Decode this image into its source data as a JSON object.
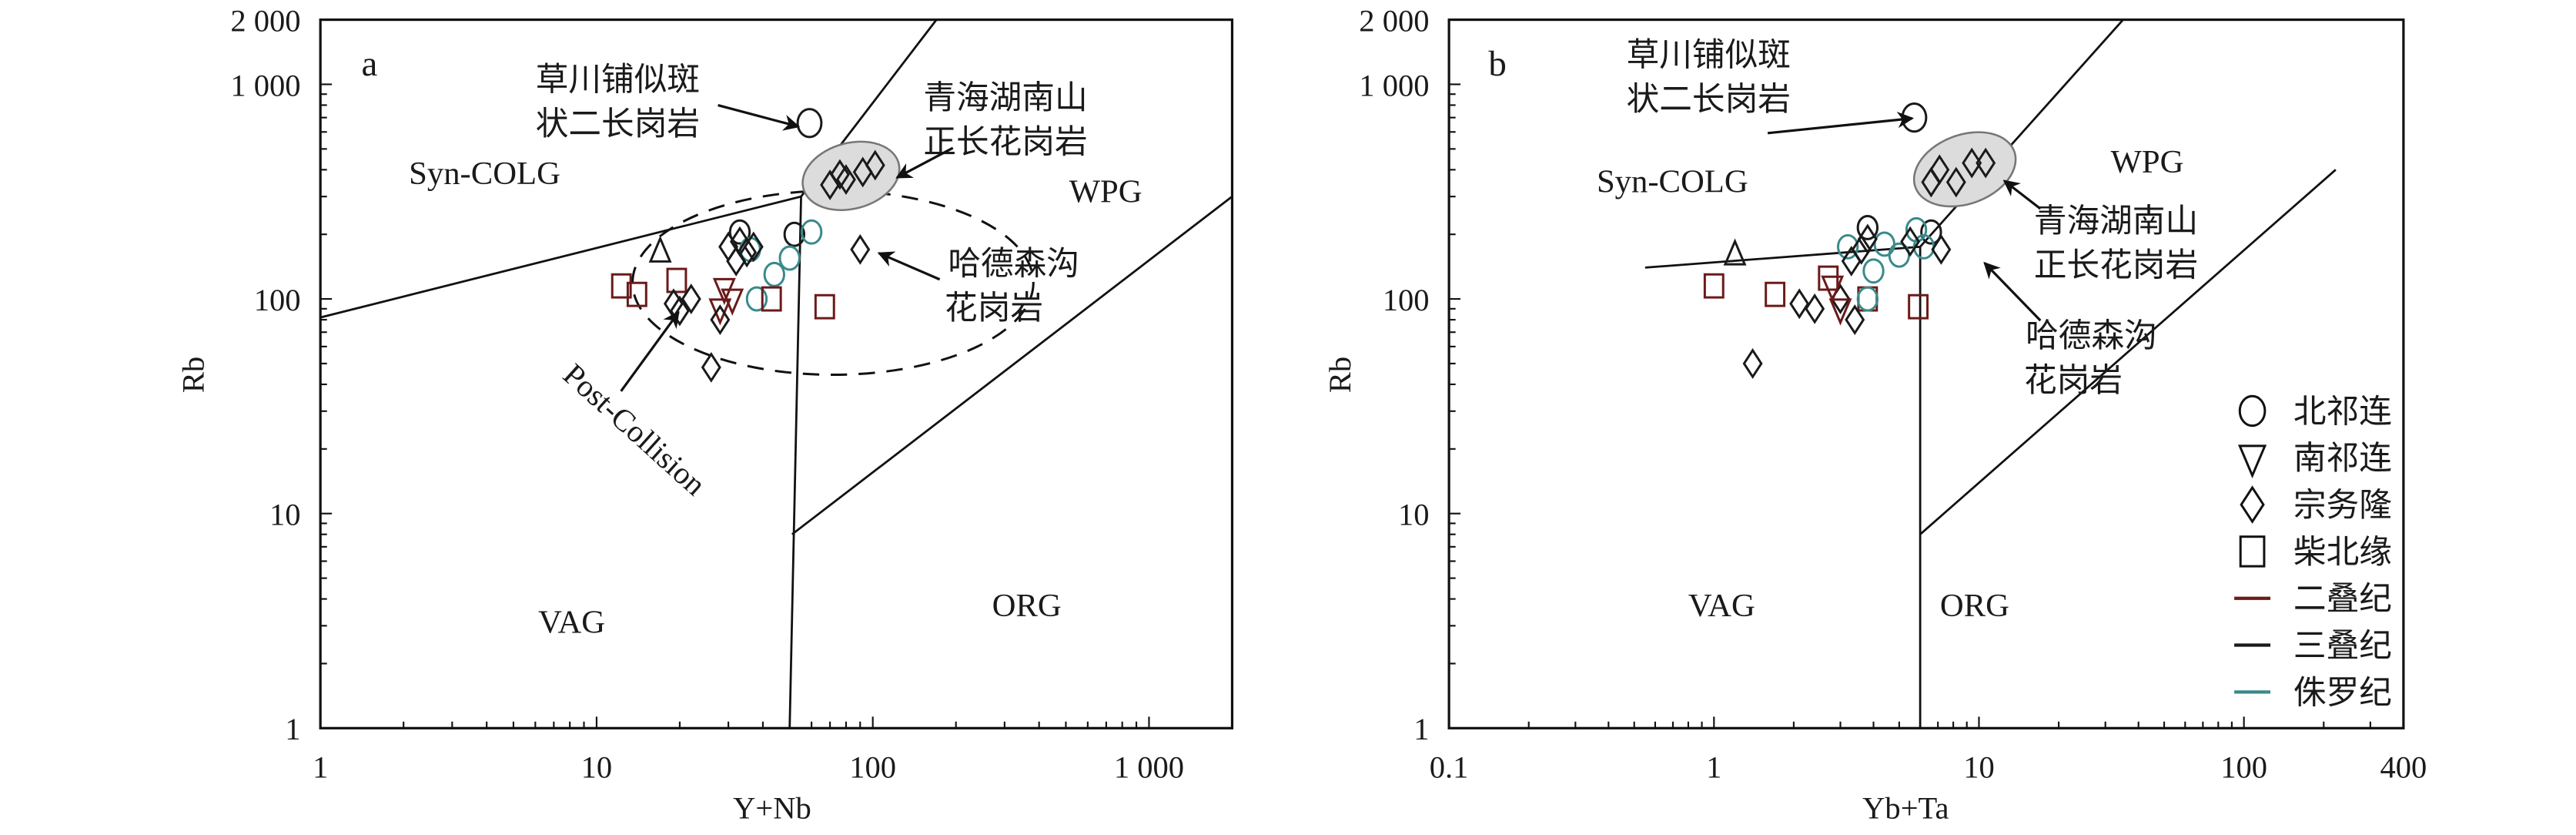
{
  "colors": {
    "permian": "#6b1a1a",
    "triassic": "#1a1a1a",
    "jurassic": "#3a8a8a",
    "field": "#dcdcdc"
  },
  "legend": [
    {
      "label": "北祁连",
      "symbol": "circle"
    },
    {
      "label": "南祁连",
      "symbol": "triangle-down"
    },
    {
      "label": "宗务隆",
      "symbol": "diamond"
    },
    {
      "label": "柴北缘",
      "symbol": "square"
    },
    {
      "label": "二叠纪",
      "symbol": "line",
      "color": "permian"
    },
    {
      "label": "三叠纪",
      "symbol": "line",
      "color": "triassic"
    },
    {
      "label": "侏罗纪",
      "symbol": "line",
      "color": "jurassic"
    }
  ],
  "chart_data": [
    {
      "type": "scatter",
      "panel": "a",
      "xlabel": "Y+Nb",
      "ylabel": "Rb",
      "xscale": "log",
      "yscale": "log",
      "xlim": [
        1,
        2000
      ],
      "ylim": [
        1,
        2000
      ],
      "xticks": [
        {
          "v": 1,
          "l": "1"
        },
        {
          "v": 10,
          "l": "10"
        },
        {
          "v": 100,
          "l": "100"
        },
        {
          "v": 1000,
          "l": "1 000"
        }
      ],
      "yticks": [
        {
          "v": 1,
          "l": "1"
        },
        {
          "v": 10,
          "l": "10"
        },
        {
          "v": 100,
          "l": "100"
        },
        {
          "v": 1000,
          "l": "1 000"
        },
        {
          "v": 2000,
          "l": "2 000"
        }
      ],
      "boundaries": [
        [
          [
            1,
            82
          ],
          [
            55,
            300
          ]
        ],
        [
          [
            55,
            300
          ],
          [
            50,
            1
          ]
        ],
        [
          [
            55,
            300
          ],
          [
            170,
            2000
          ]
        ],
        [
          [
            51,
            8
          ],
          [
            2000,
            300
          ]
        ]
      ],
      "fields": [
        "Syn-COLG",
        "WPG",
        "VAG",
        "ORG"
      ],
      "annotations": [
        "草川铺似斑",
        "状二长岗岩",
        "青海湖南山",
        "正长花岗岩",
        "哈德森沟",
        "花岗岩",
        "Post-Collision"
      ],
      "points": [
        {
          "s": "circle",
          "c": "triassic",
          "x": 59,
          "y": 660
        },
        {
          "s": "diamond",
          "c": "triassic",
          "x": 70,
          "y": 340
        },
        {
          "s": "diamond",
          "c": "triassic",
          "x": 80,
          "y": 360
        },
        {
          "s": "diamond",
          "c": "triassic",
          "x": 92,
          "y": 390
        },
        {
          "s": "diamond",
          "c": "triassic",
          "x": 102,
          "y": 420
        },
        {
          "s": "diamond",
          "c": "triassic",
          "x": 76,
          "y": 380
        },
        {
          "s": "diamond",
          "c": "triassic",
          "x": 90,
          "y": 170
        },
        {
          "s": "circle",
          "c": "triassic",
          "x": 33,
          "y": 205
        },
        {
          "s": "circle",
          "c": "triassic",
          "x": 52,
          "y": 200
        },
        {
          "s": "circle",
          "c": "jurassic",
          "x": 60,
          "y": 205
        },
        {
          "s": "circle",
          "c": "jurassic",
          "x": 50,
          "y": 155
        },
        {
          "s": "circle",
          "c": "jurassic",
          "x": 44,
          "y": 130
        },
        {
          "s": "circle",
          "c": "jurassic",
          "x": 38,
          "y": 100
        },
        {
          "s": "circle",
          "c": "jurassic",
          "x": 36,
          "y": 170
        },
        {
          "s": "diamond",
          "c": "triassic",
          "x": 30,
          "y": 175
        },
        {
          "s": "diamond",
          "c": "triassic",
          "x": 33,
          "y": 185
        },
        {
          "s": "diamond",
          "c": "triassic",
          "x": 35,
          "y": 165
        },
        {
          "s": "diamond",
          "c": "triassic",
          "x": 32,
          "y": 150
        },
        {
          "s": "diamond",
          "c": "triassic",
          "x": 37,
          "y": 175
        },
        {
          "s": "triangle-up",
          "c": "triassic",
          "x": 17,
          "y": 165
        },
        {
          "s": "square",
          "c": "permian",
          "x": 12.3,
          "y": 115
        },
        {
          "s": "square",
          "c": "permian",
          "x": 14,
          "y": 105
        },
        {
          "s": "square",
          "c": "permian",
          "x": 19.5,
          "y": 122
        },
        {
          "s": "square",
          "c": "permian",
          "x": 43,
          "y": 100
        },
        {
          "s": "square",
          "c": "permian",
          "x": 67,
          "y": 92
        },
        {
          "s": "triangle-down",
          "c": "permian",
          "x": 29,
          "y": 112
        },
        {
          "s": "triangle-down",
          "c": "permian",
          "x": 31,
          "y": 100
        },
        {
          "s": "triangle-down",
          "c": "permian",
          "x": 28,
          "y": 90
        },
        {
          "s": "diamond",
          "c": "triassic",
          "x": 19,
          "y": 95
        },
        {
          "s": "diamond",
          "c": "triassic",
          "x": 22,
          "y": 100
        },
        {
          "s": "diamond",
          "c": "triassic",
          "x": 20,
          "y": 88
        },
        {
          "s": "diamond",
          "c": "triassic",
          "x": 28,
          "y": 80
        },
        {
          "s": "diamond",
          "c": "triassic",
          "x": 26,
          "y": 48
        }
      ]
    },
    {
      "type": "scatter",
      "panel": "b",
      "xlabel": "Yb+Ta",
      "ylabel": "Rb",
      "xscale": "log",
      "yscale": "log",
      "xlim": [
        0.1,
        400
      ],
      "ylim": [
        1,
        2000
      ],
      "xticks": [
        {
          "v": 0.1,
          "l": "0.1"
        },
        {
          "v": 1,
          "l": "1"
        },
        {
          "v": 10,
          "l": "10"
        },
        {
          "v": 100,
          "l": "100"
        },
        {
          "v": 400,
          "l": "400"
        }
      ],
      "yticks": [
        {
          "v": 1,
          "l": "1"
        },
        {
          "v": 10,
          "l": "10"
        },
        {
          "v": 100,
          "l": "100"
        },
        {
          "v": 1000,
          "l": "1 000"
        },
        {
          "v": 2000,
          "l": "2 000"
        }
      ],
      "boundaries": [
        [
          [
            0.55,
            140
          ],
          [
            6,
            175
          ]
        ],
        [
          [
            6,
            175
          ],
          [
            6,
            1
          ]
        ],
        [
          [
            6,
            175
          ],
          [
            35,
            2000
          ]
        ],
        [
          [
            6,
            8
          ],
          [
            222,
            400
          ]
        ]
      ],
      "fields": [
        "Syn-COLG",
        "WPG",
        "VAG",
        "ORG"
      ],
      "annotations": [
        "草川铺似斑",
        "状二长岗岩",
        "青海湖南山",
        "正长花岗岩",
        "哈德森沟",
        "花岗岩"
      ],
      "points": [
        {
          "s": "circle",
          "c": "triassic",
          "x": 5.7,
          "y": 700
        },
        {
          "s": "diamond",
          "c": "triassic",
          "x": 6.6,
          "y": 350
        },
        {
          "s": "diamond",
          "c": "triassic",
          "x": 7.1,
          "y": 400
        },
        {
          "s": "diamond",
          "c": "triassic",
          "x": 8.2,
          "y": 350
        },
        {
          "s": "diamond",
          "c": "triassic",
          "x": 9.4,
          "y": 430
        },
        {
          "s": "diamond",
          "c": "triassic",
          "x": 10.6,
          "y": 430
        },
        {
          "s": "triangle-up",
          "c": "triassic",
          "x": 1.2,
          "y": 160
        },
        {
          "s": "square",
          "c": "permian",
          "x": 1.0,
          "y": 115
        },
        {
          "s": "square",
          "c": "permian",
          "x": 1.7,
          "y": 105
        },
        {
          "s": "square",
          "c": "permian",
          "x": 2.7,
          "y": 125
        },
        {
          "s": "square",
          "c": "permian",
          "x": 3.8,
          "y": 100
        },
        {
          "s": "square",
          "c": "permian",
          "x": 5.9,
          "y": 92
        },
        {
          "s": "circle",
          "c": "triassic",
          "x": 3.8,
          "y": 215
        },
        {
          "s": "circle",
          "c": "triassic",
          "x": 6.6,
          "y": 205
        },
        {
          "s": "circle",
          "c": "jurassic",
          "x": 3.2,
          "y": 175
        },
        {
          "s": "circle",
          "c": "jurassic",
          "x": 4.4,
          "y": 180
        },
        {
          "s": "circle",
          "c": "jurassic",
          "x": 5.0,
          "y": 160
        },
        {
          "s": "circle",
          "c": "jurassic",
          "x": 5.8,
          "y": 210
        },
        {
          "s": "circle",
          "c": "jurassic",
          "x": 6.2,
          "y": 175
        },
        {
          "s": "circle",
          "c": "jurassic",
          "x": 4.0,
          "y": 135
        },
        {
          "s": "circle",
          "c": "jurassic",
          "x": 3.8,
          "y": 100
        },
        {
          "s": "diamond",
          "c": "triassic",
          "x": 3.8,
          "y": 190
        },
        {
          "s": "diamond",
          "c": "triassic",
          "x": 3.3,
          "y": 150
        },
        {
          "s": "diamond",
          "c": "triassic",
          "x": 3.6,
          "y": 170
        },
        {
          "s": "diamond",
          "c": "triassic",
          "x": 5.5,
          "y": 185
        },
        {
          "s": "diamond",
          "c": "triassic",
          "x": 7.2,
          "y": 170
        },
        {
          "s": "diamond",
          "c": "triassic",
          "x": 2.1,
          "y": 95
        },
        {
          "s": "diamond",
          "c": "triassic",
          "x": 2.4,
          "y": 90
        },
        {
          "s": "diamond",
          "c": "triassic",
          "x": 3.4,
          "y": 80
        },
        {
          "s": "diamond",
          "c": "triassic",
          "x": 3.0,
          "y": 100
        },
        {
          "s": "diamond",
          "c": "triassic",
          "x": 1.4,
          "y": 50
        },
        {
          "s": "triangle-down",
          "c": "permian",
          "x": 2.8,
          "y": 115
        },
        {
          "s": "triangle-down",
          "c": "permian",
          "x": 3.0,
          "y": 90
        }
      ]
    }
  ]
}
